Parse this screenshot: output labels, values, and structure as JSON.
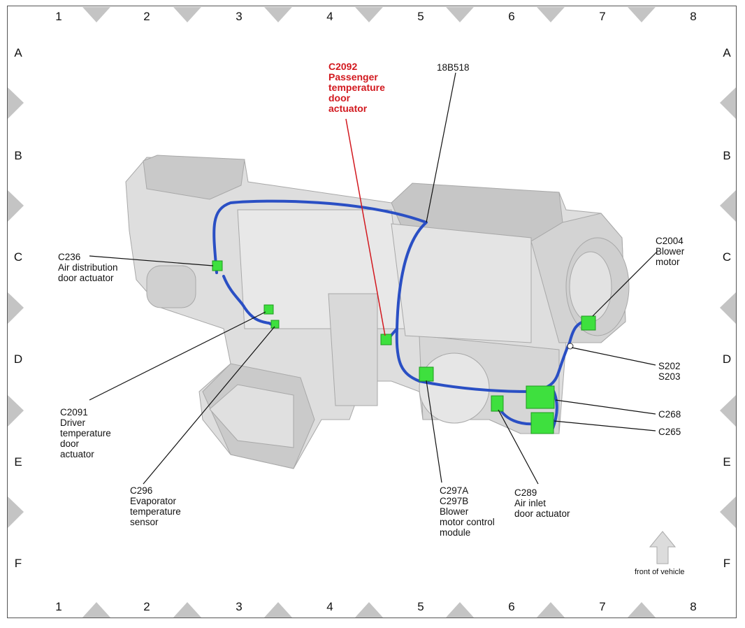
{
  "grid": {
    "columns": [
      "1",
      "2",
      "3",
      "4",
      "5",
      "6",
      "7",
      "8"
    ],
    "rows": [
      "A",
      "B",
      "C",
      "D",
      "E",
      "F"
    ]
  },
  "labels": {
    "c2092": "C2092\nPassenger\ntemperature\ndoor\nactuator",
    "harness": "18B518",
    "c236": "C236\nAir distribution\ndoor actuator",
    "c2004": "C2004\nBlower\nmotor",
    "s202": "S202\nS203",
    "c268": "C268",
    "c265": "C265",
    "c2091": "C2091\nDriver\ntemperature\ndoor\nactuator",
    "c296": "C296\nEvaporator\ntemperature\nsensor",
    "c297": "C297A\nC297B\nBlower\nmotor control\nmodule",
    "c289": "C289\nAir inlet\ndoor actuator"
  },
  "front_indicator": "front of vehicle",
  "colors": {
    "highlight_label": "#d2191f",
    "connector": "#3ee03e",
    "harness": "#2a4fc4",
    "marker": "#c4c4c4"
  }
}
